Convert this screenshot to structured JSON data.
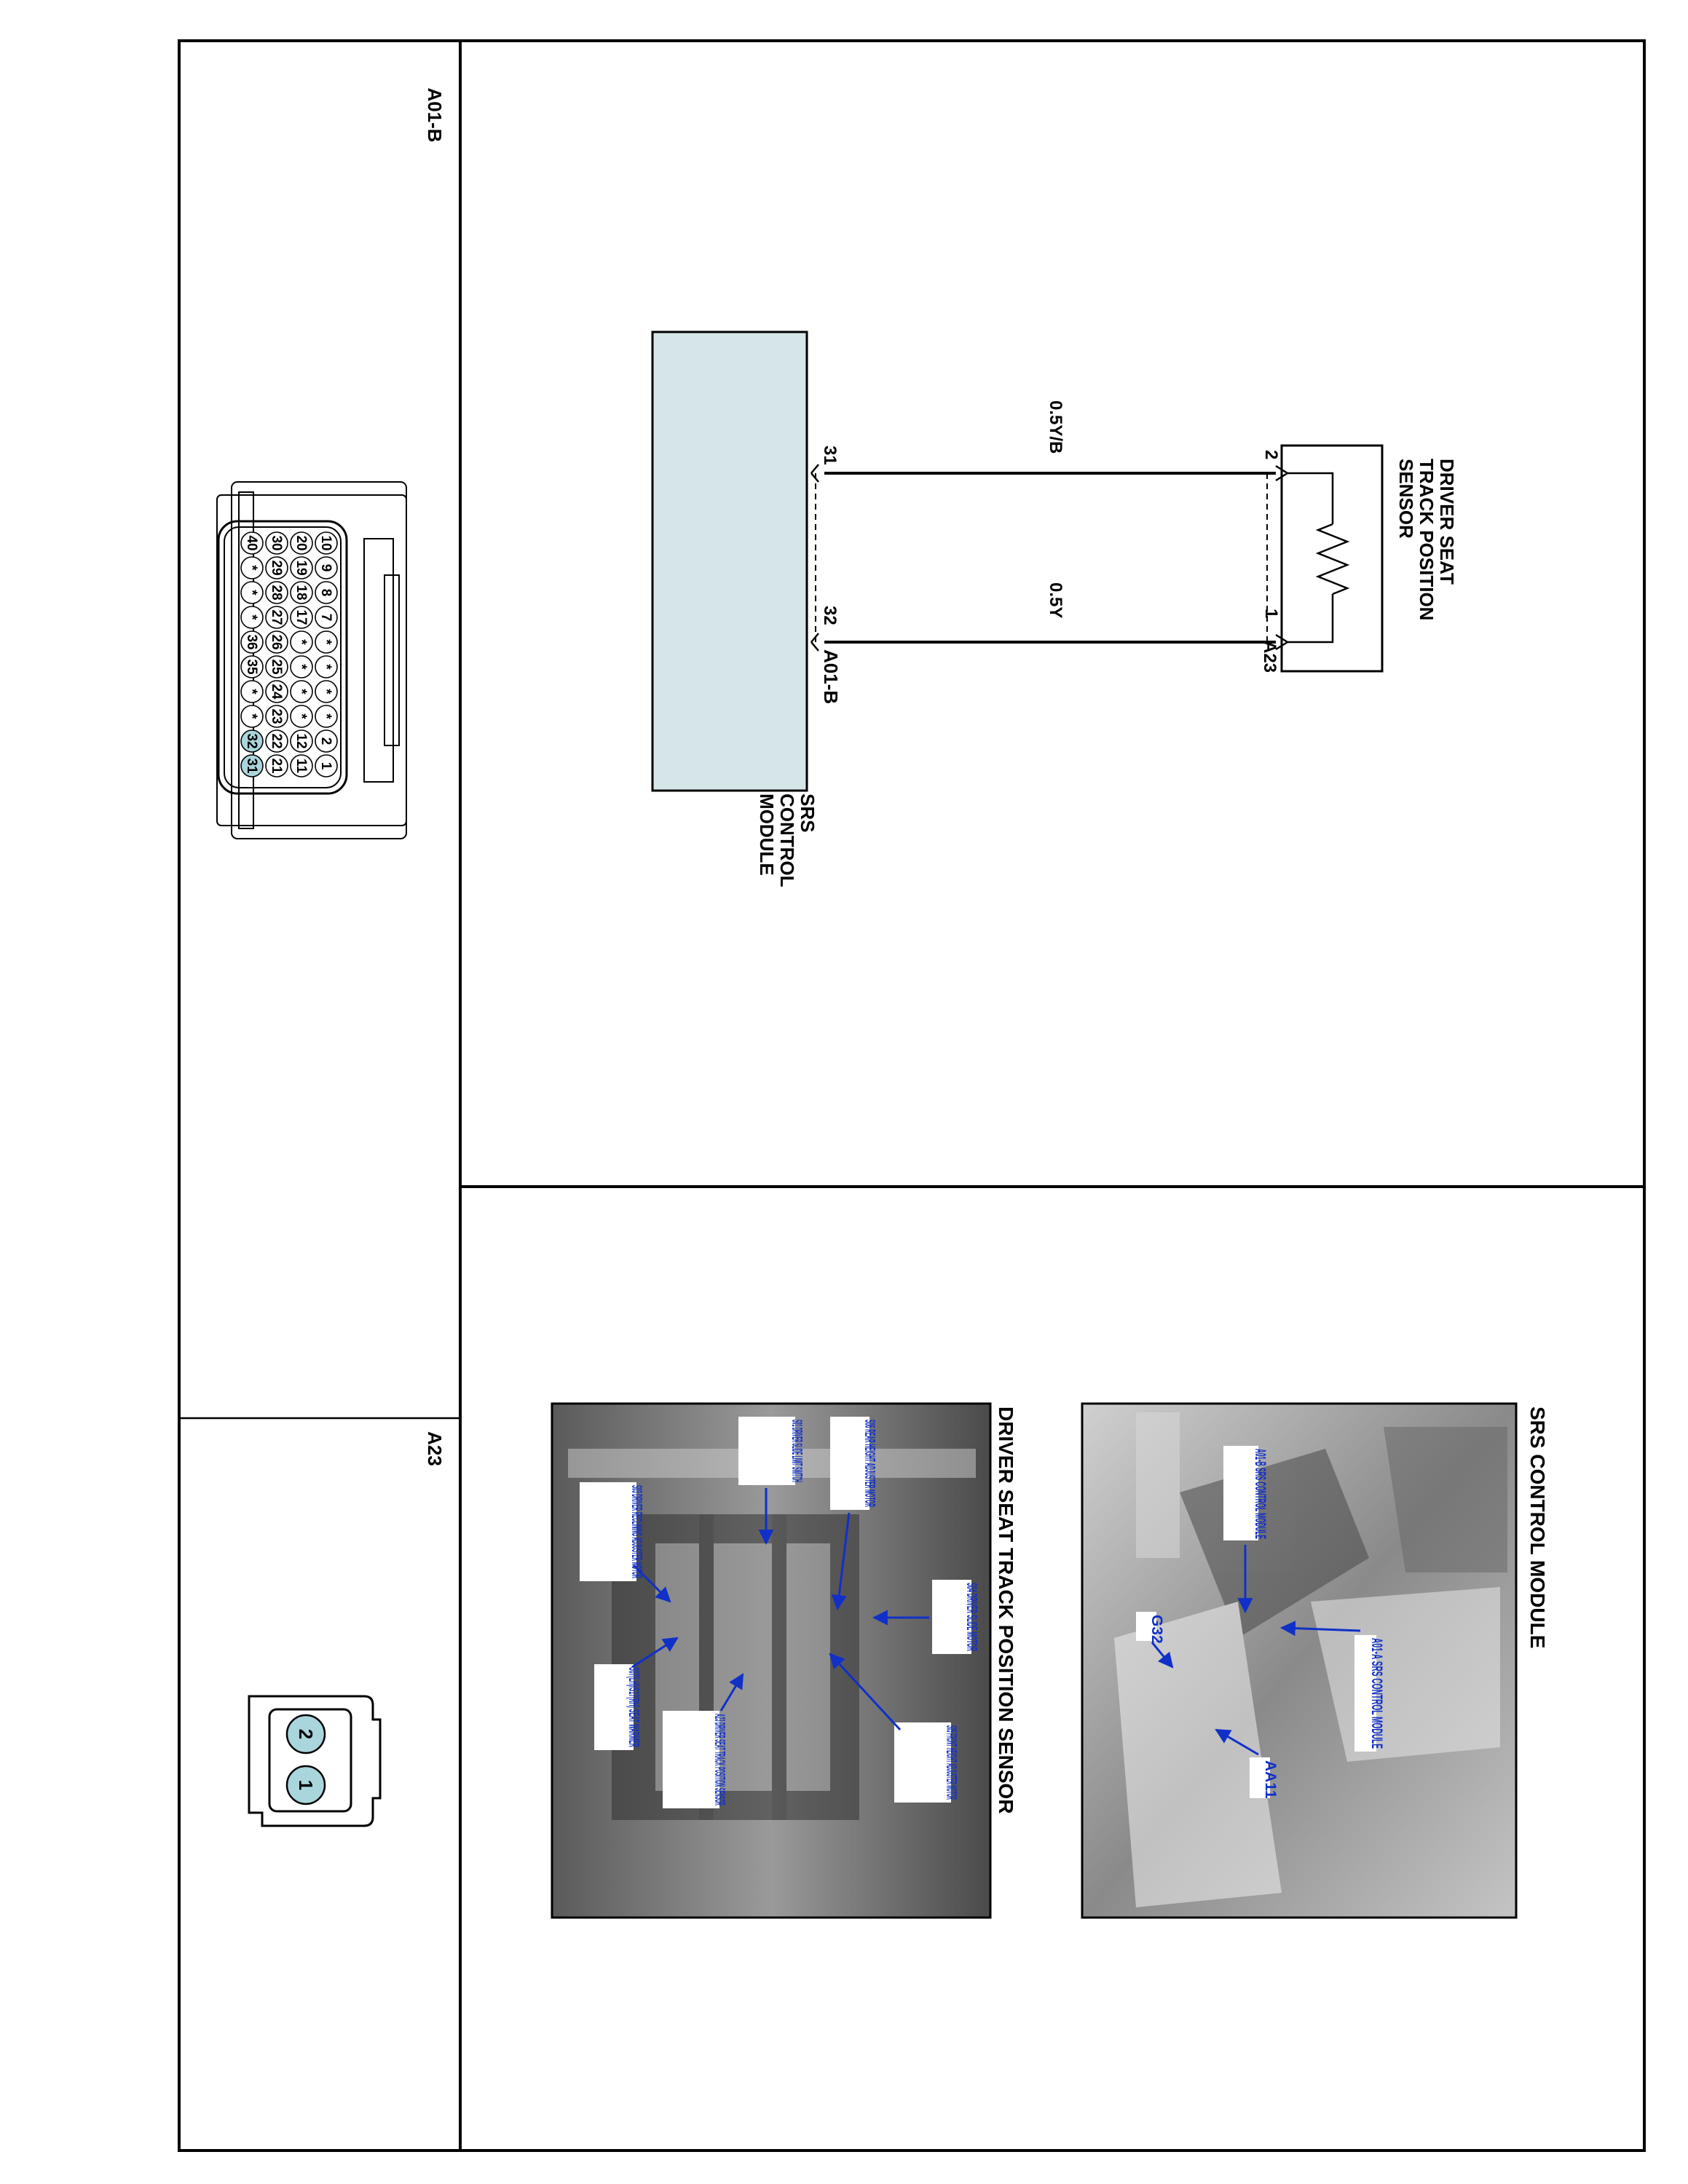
{
  "page": {
    "connectors": {
      "a01b_label": "A01-B",
      "a23_label": "A23",
      "a01b_pins": {
        "row1": [
          "10",
          "9",
          "8",
          "7",
          "*",
          "*",
          "*",
          "*",
          "2",
          "1"
        ],
        "row2": [
          "20",
          "19",
          "18",
          "17",
          "*",
          "*",
          "*",
          "*",
          "12",
          "11"
        ],
        "row3": [
          "30",
          "29",
          "28",
          "27",
          "26",
          "25",
          "24",
          "23",
          "22",
          "21"
        ],
        "row4": [
          "40",
          "*",
          "*",
          "*",
          "36",
          "35",
          "*",
          "*",
          "32",
          "31"
        ]
      },
      "a23_pins": [
        "2",
        "1"
      ],
      "highlight_color": "#a9d6dc"
    },
    "schematic": {
      "sensor_label": [
        "DRIVER SEAT",
        "TRACK POSITION",
        "SENSOR"
      ],
      "sensor_connector": "A23",
      "sensor_pin_top": "2",
      "sensor_pin_bottom": "1",
      "wire_top": "0.5Y/B",
      "wire_bottom": "0.5Y",
      "module_pin_top": "31",
      "module_pin_bottom": "32",
      "module_connector": "A01-B",
      "module_sign_top": "(-)",
      "module_sign_bottom": "(+)",
      "module_label": [
        "SRS",
        "CONTROL",
        "MODULE"
      ],
      "module_fill": "#d6e6e8"
    },
    "photos": {
      "srs_title": "SRS CONTROL MODULE",
      "srs_callouts": [
        "A01-B SRS CONTROL MODULE",
        "A01-A SRS CONTROL MODULE",
        "G32",
        "AA11"
      ],
      "seat_title": "DRIVER SEAT TRACK POSITION SENSOR",
      "seat_callouts": [
        "S01 DRIVER SLIDE LIMIT SWITCH",
        "S06 REAR HEIGHT ADJUSTER MOTOR",
        "S04 DRIVER SLIDE MOTOR",
        "S05 FRONT HEIGHT ADJUSTER MOTOR",
        "A23 DRIVER SEAT TRACK POSITION SENSOR",
        "S07(LH)/S17(RH) SEAT WARMER",
        "S03 DRIVER RECLINING ADJUSTER MOTOR"
      ],
      "callout_color": "#1030c8"
    }
  }
}
